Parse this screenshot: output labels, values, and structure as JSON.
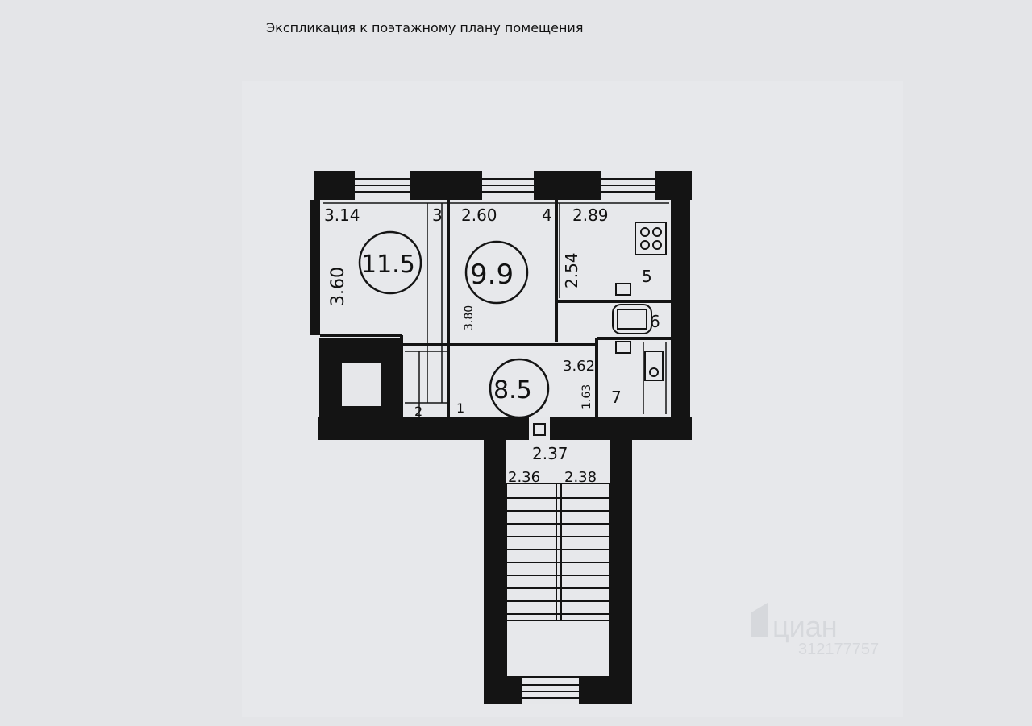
{
  "colors": {
    "paper": "#e6e7ea",
    "ink": "#111111",
    "wall": "#141414",
    "watermark": "#c9cbd0"
  },
  "header_text": "Экспликация к поэтажному плану помещения",
  "rooms": [
    {
      "id": "room-1",
      "number": "1",
      "area": "8.5",
      "dim": "3.62",
      "dim2": "1.63"
    },
    {
      "id": "room-2",
      "number": "2",
      "area": "",
      "dim": "",
      "dim2": ""
    },
    {
      "id": "room-3",
      "number": "3",
      "area": "11.5",
      "dim": "3.14",
      "dim2": "3.60"
    },
    {
      "id": "room-4",
      "number": "4",
      "area": "9.9",
      "dim": "2.60",
      "dim2": "3.80"
    },
    {
      "id": "room-5",
      "number": "5",
      "area": "",
      "dim": "2.89",
      "dim2": "2.54"
    },
    {
      "id": "room-6",
      "number": "6",
      "area": "",
      "dim": "",
      "dim2": ""
    },
    {
      "id": "room-7",
      "number": "7",
      "area": "",
      "dim": "",
      "dim2": ""
    }
  ],
  "stair_dims": [
    "2.37",
    "2.36",
    "2.38"
  ],
  "watermark": {
    "brand": "циан",
    "code": "312177757"
  }
}
